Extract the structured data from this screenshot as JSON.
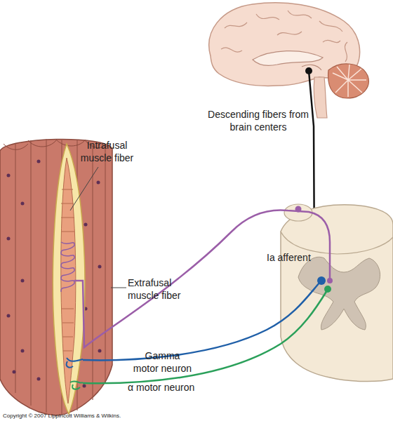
{
  "diagram": {
    "labels": [
      "Descending fibers from brain centers",
      "Intrafusal muscle fiber",
      "Ia afferent",
      "Extrafusal muscle fiber",
      "Gamma motor neuron",
      "α motor neuron",
      "Copyright © 2007 Lippincott Williams & Wilkins."
    ]
  }
}
